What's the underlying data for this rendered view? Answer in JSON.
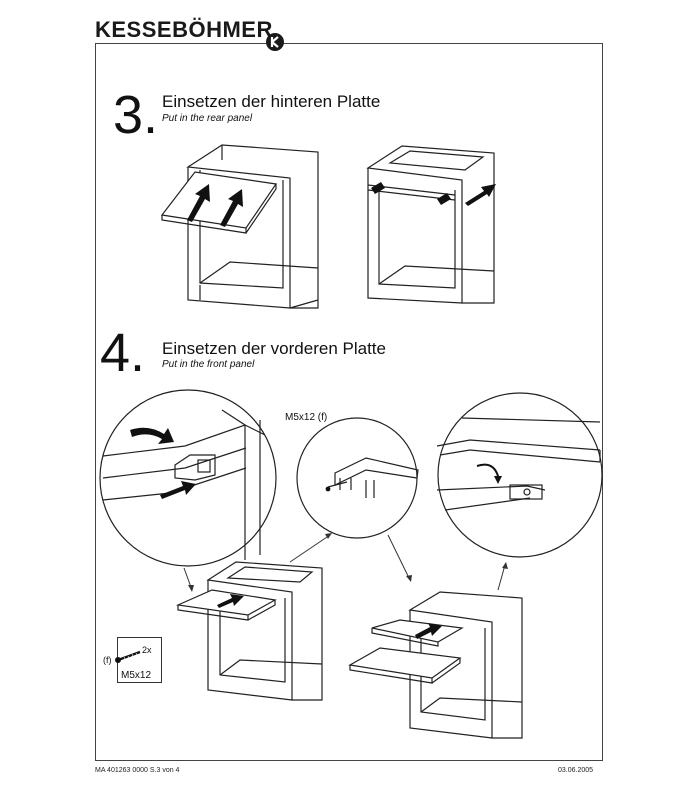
{
  "header": {
    "brand": "KESSEBÖHMER",
    "logo_icon": "k-logo-icon"
  },
  "steps": [
    {
      "number": "3.",
      "title": "Einsetzen der hinteren Platte",
      "subtitle": "Put in the rear panel"
    },
    {
      "number": "4.",
      "title": "Einsetzen der vorderen Platte",
      "subtitle": "Put in the front panel"
    }
  ],
  "callouts": {
    "screw_label": "M5x12 (f)"
  },
  "parts": {
    "code": "(f)",
    "quantity": "2x",
    "size": "M5x12"
  },
  "footer": {
    "left": "MA 401263 0000  S.3 von 4",
    "right": "03.06.2005"
  }
}
